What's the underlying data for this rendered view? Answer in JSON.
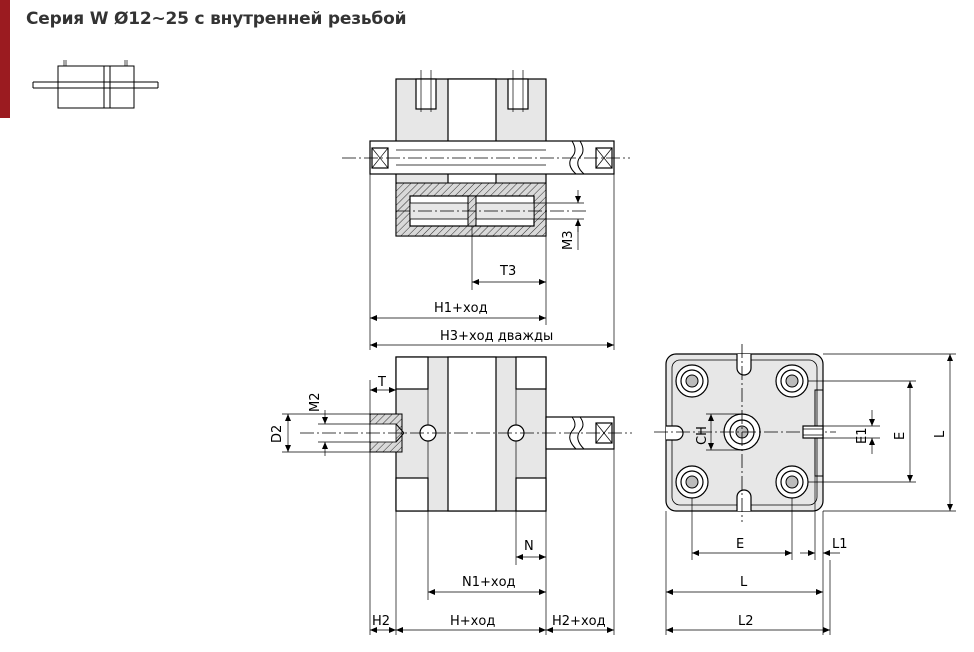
{
  "title": "Серия W Ø12~25 с внутренней резьбой",
  "colors": {
    "accent": "#9b1b20",
    "body_fill": "#e7e7e7",
    "line": "#000000"
  },
  "top_view": {
    "labels": {
      "m3": "M3",
      "t3": "T3",
      "h1": "H1+ход",
      "h3": "H3+ход дважды"
    }
  },
  "front_view": {
    "labels": {
      "t": "T",
      "m2": "M2",
      "d2": "D2",
      "n": "N",
      "n1": "N1+ход",
      "h2_left": "H2",
      "h": "H+ход",
      "h2_right": "H2+ход"
    }
  },
  "end_view": {
    "labels": {
      "ch": "CH",
      "e1": "E1",
      "e_right": "E",
      "l_right": "L",
      "e_bottom": "E",
      "l1": "L1",
      "l_bottom": "L",
      "l2": "L2"
    }
  }
}
